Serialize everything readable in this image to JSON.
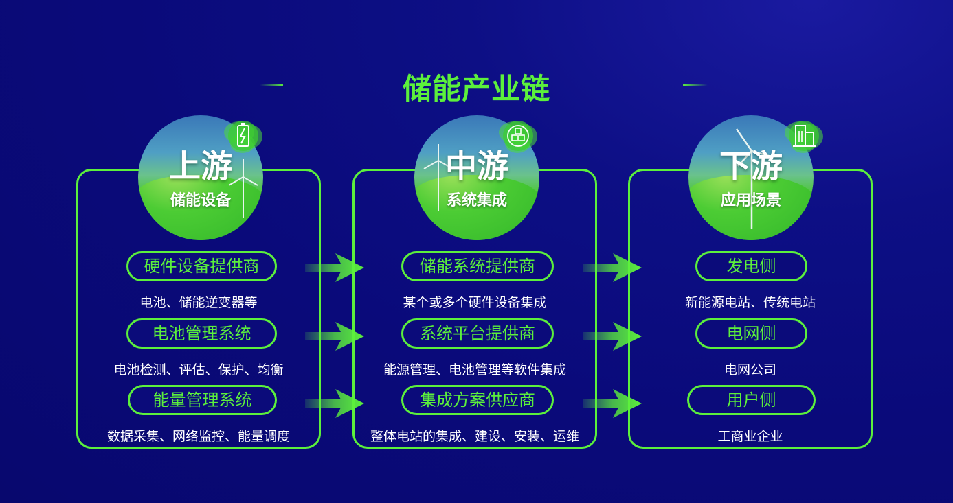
{
  "title": "储能产业链",
  "colors": {
    "accent": "#5cf03c",
    "background": "#0a0a7a",
    "text": "#ffffff"
  },
  "columns": [
    {
      "stage": "上游",
      "subtitle": "储能设备",
      "icon": "battery-icon",
      "items": [
        {
          "label": "硬件设备提供商",
          "desc": "电池、储能逆变器等"
        },
        {
          "label": "电池管理系统",
          "desc": "电池检测、评估、保护、均衡"
        },
        {
          "label": "能量管理系统",
          "desc": "数据采集、网络监控、能量调度"
        }
      ]
    },
    {
      "stage": "中游",
      "subtitle": "系统集成",
      "icon": "cubes-icon",
      "items": [
        {
          "label": "储能系统提供商",
          "desc": "某个或多个硬件设备集成"
        },
        {
          "label": "系统平台提供商",
          "desc": "能源管理、电池管理等软件集成"
        },
        {
          "label": "集成方案供应商",
          "desc": "整体电站的集成、建设、安装、运维"
        }
      ]
    },
    {
      "stage": "下游",
      "subtitle": "应用场景",
      "icon": "building-icon",
      "items": [
        {
          "label": "发电侧",
          "desc": "新能源电站、传统电站"
        },
        {
          "label": "电网侧",
          "desc": "电网公司"
        },
        {
          "label": "用户侧",
          "desc": "工商业企业"
        }
      ]
    }
  ]
}
